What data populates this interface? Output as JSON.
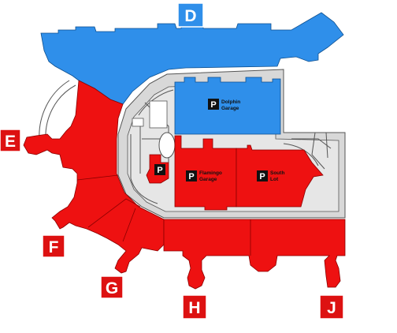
{
  "colors": {
    "concourse_red": "#ee1111",
    "concourse_blue": "#2f8fea",
    "roads": "#d8d8d8",
    "marker_red": "#dd1111",
    "marker_blue": "#2f8fea",
    "parking_icon": "#111111"
  },
  "concourses": [
    {
      "letter": "D",
      "color": "#2f8fea"
    },
    {
      "letter": "E",
      "color": "#dd1111"
    },
    {
      "letter": "F",
      "color": "#dd1111"
    },
    {
      "letter": "G",
      "color": "#dd1111"
    },
    {
      "letter": "H",
      "color": "#dd1111"
    },
    {
      "letter": "J",
      "color": "#dd1111"
    }
  ],
  "parking": {
    "icon_letter": "P",
    "dolphin": {
      "line1": "Dolphin",
      "line2": "Garage"
    },
    "flamingo": {
      "line1": "Flamingo",
      "line2": "Garage"
    },
    "south": {
      "line1": "South",
      "line2": "Lot"
    }
  }
}
